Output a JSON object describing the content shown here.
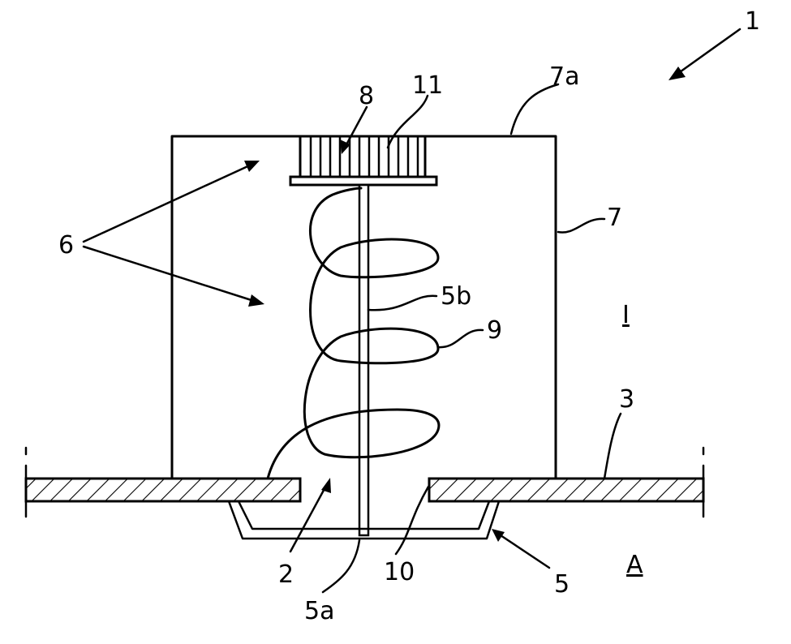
{
  "labels": {
    "device": "1",
    "opening": "2",
    "wall": "3",
    "element": "5",
    "element_base": "5a",
    "element_stem": "5b",
    "chambers": "6",
    "housing": "7",
    "housing_top": "7a",
    "filter": "8",
    "spring": "9",
    "opening_edge": "10",
    "filter_pores": "11",
    "interior": "I",
    "exterior": "A"
  }
}
